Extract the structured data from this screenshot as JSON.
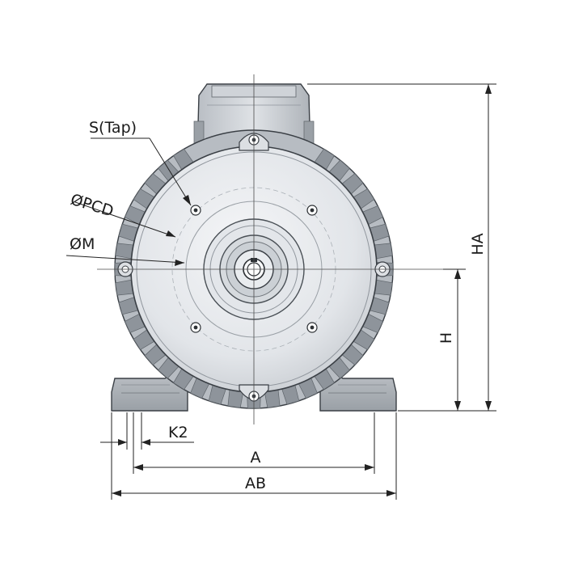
{
  "labels": {
    "tap": "S(Tap)",
    "pcd": "ØPCD",
    "m": "ØM",
    "ha": "HA",
    "h": "H",
    "k2": "K2",
    "a": "A",
    "ab": "AB"
  },
  "colors": {
    "body_light": "#eef0f2",
    "body_mid": "#cfd3d8",
    "body_dark": "#8f959c",
    "outline": "#3a3f45",
    "dimension": "#222222"
  }
}
